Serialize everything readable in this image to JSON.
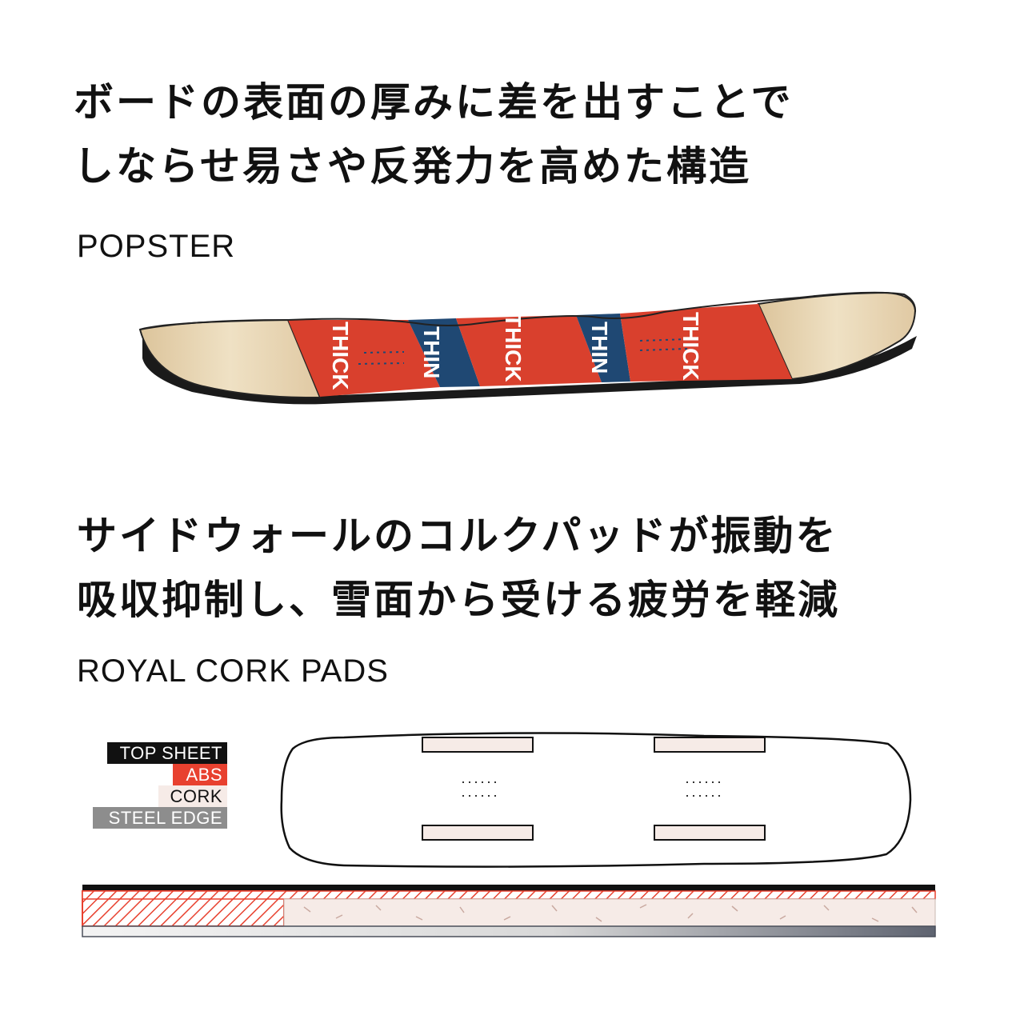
{
  "section1": {
    "headline_line1": "ボードの表面の厚みに差を出すことで",
    "headline_line2": "しならせ易さや反発力を高めた構造",
    "label": "POPSTER",
    "board_zones": [
      "THICK",
      "THIN",
      "THICK",
      "THIN",
      "THICK"
    ]
  },
  "section2": {
    "headline_line1": "サイドウォールのコルクパッドが振動を",
    "headline_line2": "吸収抑制し、雪面から受ける疲労を軽減",
    "label": "ROYAL CORK PADS",
    "legend": {
      "top_sheet": "TOP SHEET",
      "abs": "ABS",
      "cork": "CORK",
      "steel_edge": "STEEL EDGE"
    }
  },
  "colors": {
    "thick": "#d9402d",
    "thin": "#1f4873",
    "wood": "#e6d2ad",
    "abs": "#e8412f",
    "cork": "#f6ebe7",
    "steel": "#8d8d8d"
  }
}
